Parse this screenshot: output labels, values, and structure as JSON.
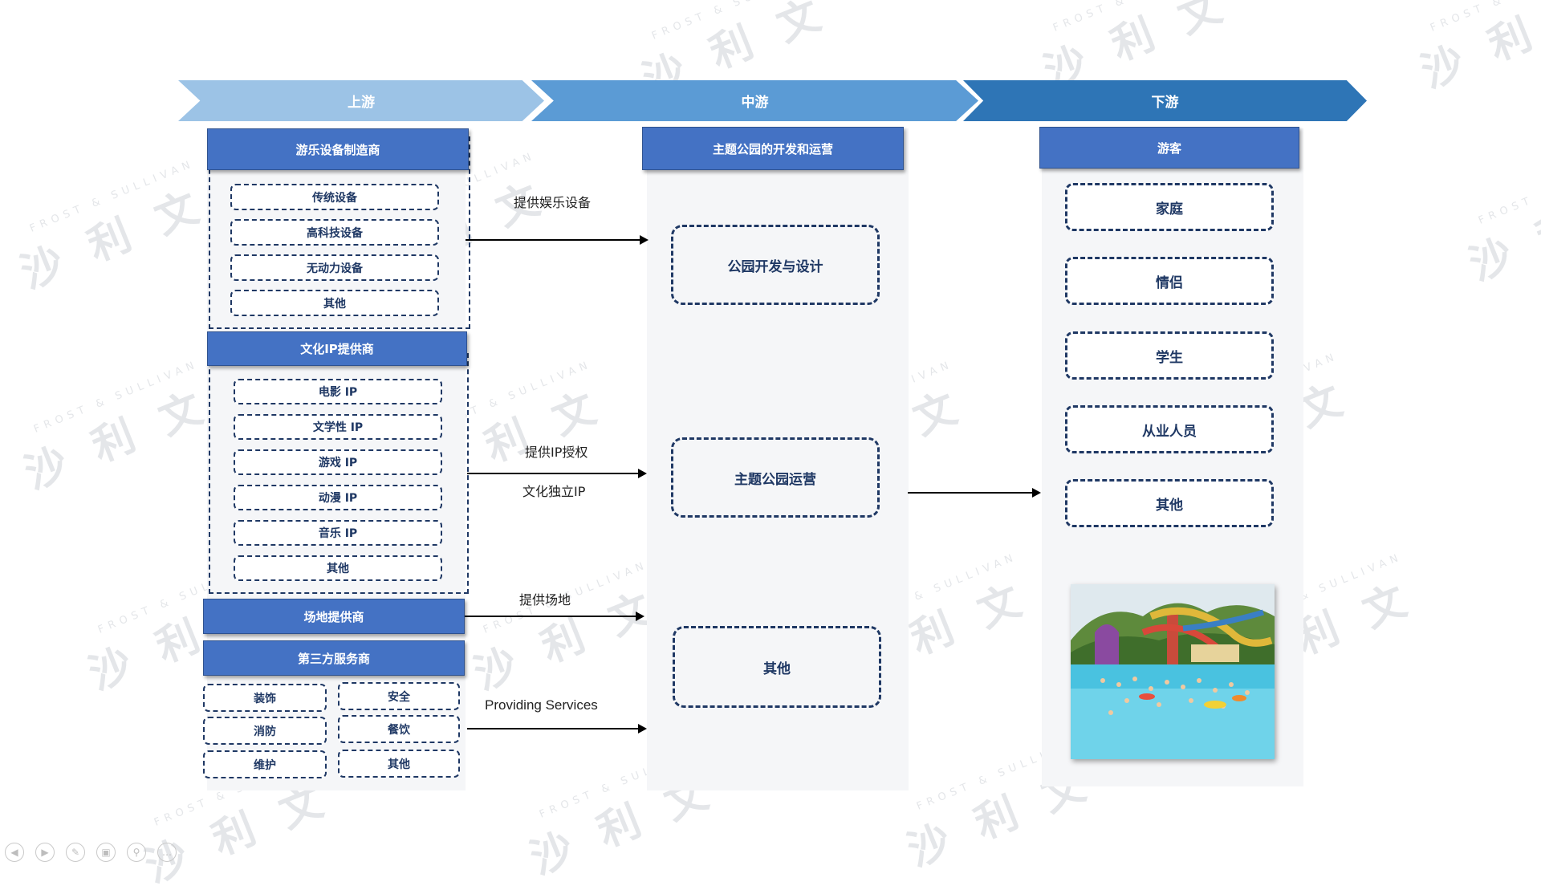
{
  "stages": {
    "upstream": "上游",
    "midstream": "中游",
    "downstream": "下游"
  },
  "upstream": {
    "equipment": {
      "title": "游乐设备制造商",
      "items": [
        "传统设备",
        "高科技设备",
        "无动力设备",
        "其他"
      ]
    },
    "ip": {
      "title": "文化IP提供商",
      "items": [
        "电影 IP",
        "文学性 IP",
        "游戏 IP",
        "动漫 IP",
        "音乐 IP",
        "其他"
      ]
    },
    "venue": {
      "title": "场地提供商"
    },
    "third_party": {
      "title": "第三方服务商",
      "items": [
        "装饰",
        "安全",
        "消防",
        "餐饮",
        "维护",
        "其他"
      ]
    }
  },
  "flows": {
    "equipment": "提供娱乐设备",
    "ip_license": "提供IP授权",
    "ip_original": "文化独立IP",
    "venue": "提供场地",
    "services": "Providing Services"
  },
  "midstream": {
    "title": "主题公园的开发和运营",
    "items": [
      "公园开发与设计",
      "主题公园运营",
      "其他"
    ]
  },
  "downstream": {
    "title": "游客",
    "items": [
      "家庭",
      "情侣",
      "学生",
      "从业人员",
      "其他"
    ]
  },
  "watermark": {
    "brand_cn": "沙 利 文",
    "brand_en": "FROST & SULLIVAN"
  },
  "colors": {
    "chevron_upstream": "#9cc3e6",
    "chevron_midstream": "#5b9bd5",
    "chevron_downstream": "#2e75b6",
    "header_blue": "#4472c4",
    "dashed_navy": "#1f3864"
  },
  "toolbar_icons": [
    "prev-icon",
    "next-icon",
    "pen-icon",
    "screen-icon",
    "zoom-icon",
    "more-icon"
  ]
}
